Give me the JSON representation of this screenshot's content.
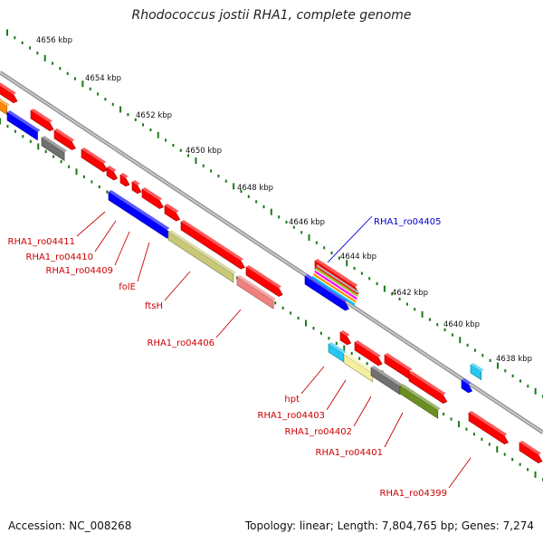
{
  "title": "Rhodococcus jostii RHA1, complete genome",
  "footer": {
    "accession": "Accession: NC_008268",
    "summary": "Topology: linear; Length: 7,804,765 bp; Genes: 7,274"
  },
  "ruler_labels": [
    "4656 kbp",
    "4654 kbp",
    "4652 kbp",
    "4650 kbp",
    "4648 kbp",
    "4646 kbp",
    "4644 kbp",
    "4642 kbp",
    "4640 kbp",
    "4638 kbp"
  ],
  "gene_labels": [
    "RHA1_ro04411",
    "RHA1_ro04410",
    "RHA1_ro04409",
    "folE",
    "ftsH",
    "RHA1_ro04406",
    "RHA1_ro04405",
    "hpt",
    "RHA1_ro04403",
    "RHA1_ro04402",
    "RHA1_ro04401",
    "RHA1_ro04399"
  ],
  "colors": {
    "forward_gene": "#ff0000",
    "label_red": "#cc0000",
    "label_blue": "#0000cc",
    "backbone": "#8a8a8a",
    "tick": "#1a7a1a",
    "blue_gene": "#0000ff",
    "olive_gene": "#c8c878",
    "pink_gene": "#f08080",
    "grey_gene": "#707070",
    "cyan_gene": "#22c8f0",
    "yellow_gene": "#f5f0a0",
    "green_gene": "#6b8e23",
    "orange_gene": "#ff8800"
  }
}
